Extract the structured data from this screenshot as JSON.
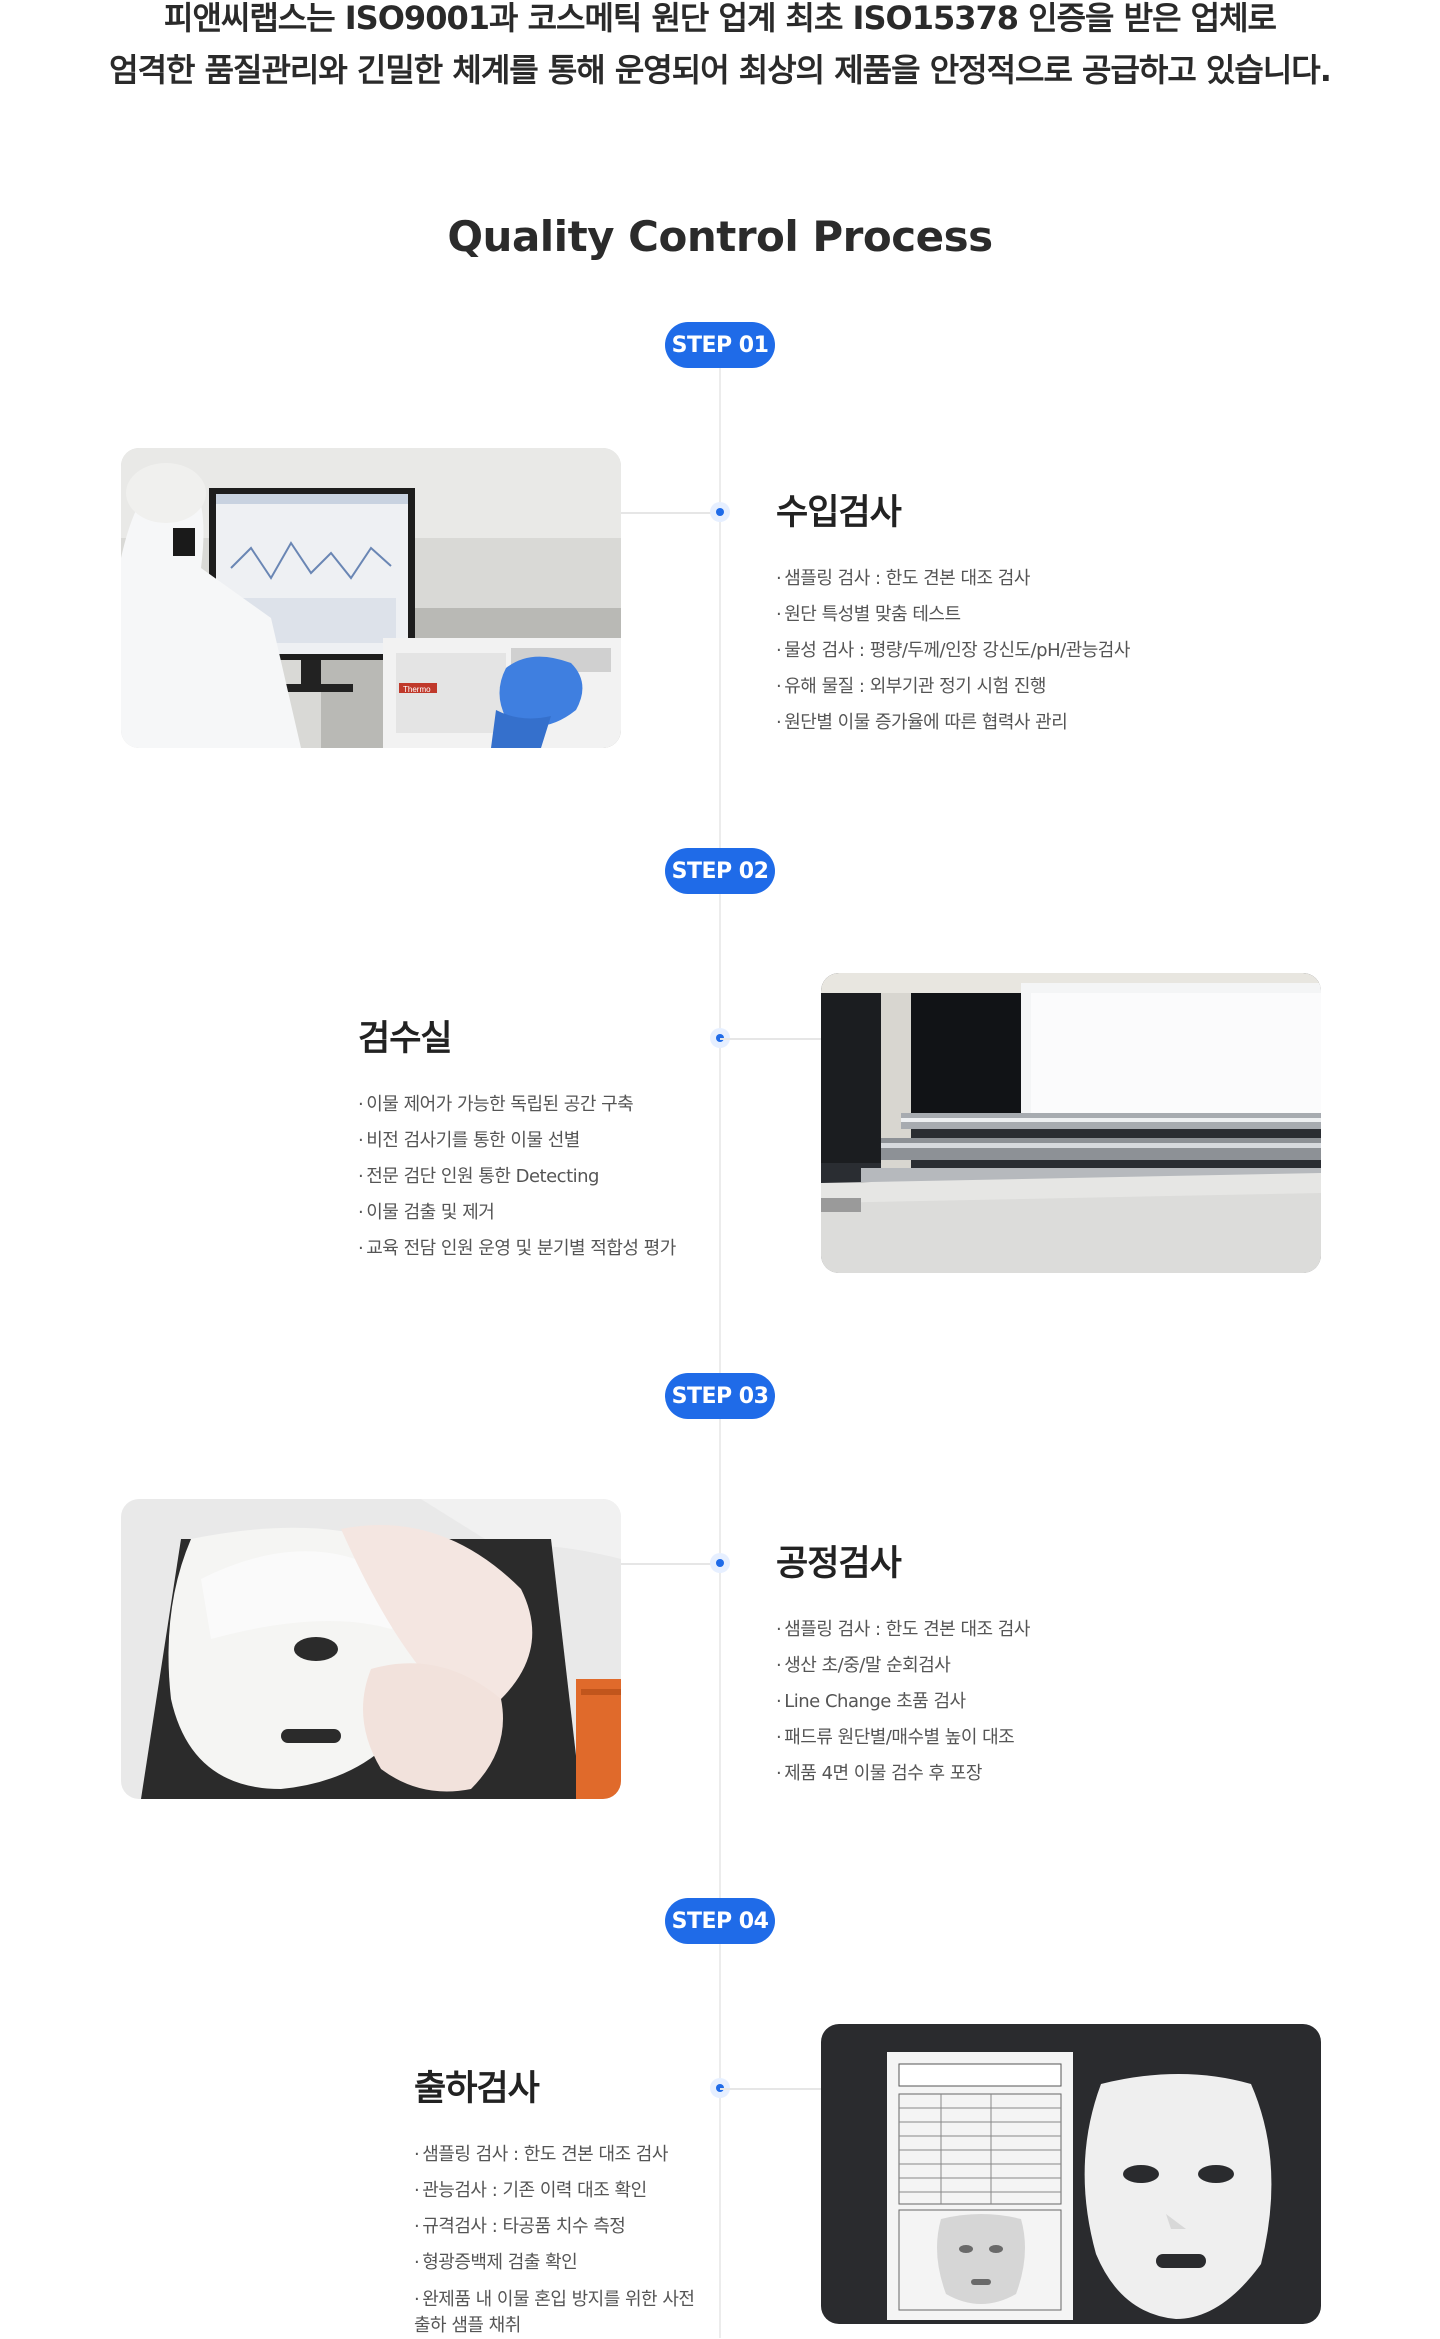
{
  "intro": {
    "line1": "피앤씨랩스는 ISO9001과 코스메틱 원단 업계 최초 ISO15378 인증을 받은 업체로",
    "line2": "엄격한 품질관리와 긴밀한 체계를 통해 운영되어 최상의 제품을 안정적으로 공급하고 있습니다."
  },
  "section_title": "Quality Control Process",
  "steps": [
    {
      "badge": "STEP 01",
      "title": "수입검사",
      "items": [
        "샘플링 검사 : 한도 견본 대조 검사",
        "원단 특성별 맞춤 테스트",
        "물성 검사 : 평량/두께/인장 강신도/pH/관능검사",
        "유해 물질 : 외부기관 정기 시험 진행",
        "원단별 이물 증가율에 따른 협력사 관리"
      ]
    },
    {
      "badge": "STEP 02",
      "title": "검수실",
      "items": [
        "이물 제어가 가능한 독립된 공간 구축",
        "비전 검사기를 통한 이물 선별",
        "전문 검단 인원 통한 Detecting",
        "이물 검출 및 제거",
        "교육 전담 인원 운영 및 분기별 적합성 평가"
      ]
    },
    {
      "badge": "STEP 03",
      "title": "공정검사",
      "items": [
        "샘플링 검사 : 한도 견본 대조 검사",
        "생산 초/중/말 순회검사",
        "Line Change 초품 검사",
        "패드류 원단별/매수별 높이 대조",
        "제품 4면 이물 검수 후 포장"
      ]
    },
    {
      "badge": "STEP 04",
      "title": "출하검사",
      "items": [
        "샘플링 검사 : 한도 견본 대조 검사",
        "관능검사 : 기존 이력 대조 확인",
        "규격검사 : 타공품 치수 측정",
        "형광증백제 검출 확인",
        "완제품 내 이물 혼입 방지를 위한 사전 출하 샘플 채취"
      ]
    }
  ],
  "photo1": {
    "brand": "Thermo"
  }
}
